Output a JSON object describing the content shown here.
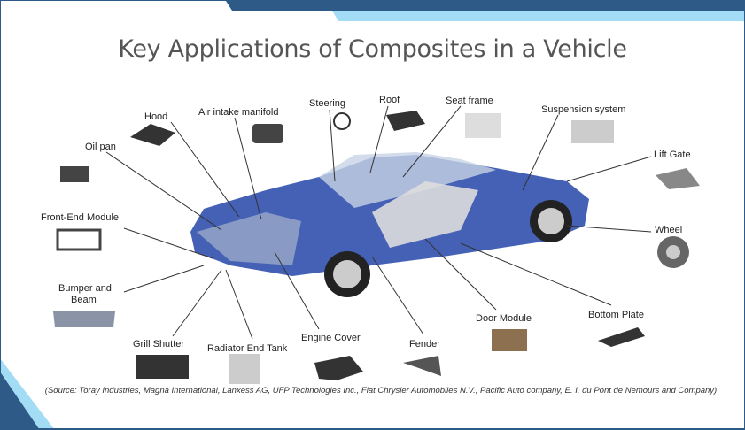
{
  "title": "Key Applications of Composites in a Vehicle",
  "labels": {
    "hood": "Hood",
    "air_intake": "Air intake manifold",
    "steering": "Steering",
    "roof": "Roof",
    "seat_frame": "Seat frame",
    "suspension": "Suspension system",
    "lift_gate": "Lift Gate",
    "oil_pan": "Oil pan",
    "front_end": "Front-End Module",
    "wheel": "Wheel",
    "bumper1": "Bumper and",
    "bumper2": "Beam",
    "grill": "Grill Shutter",
    "radiator": "Radiator End Tank",
    "engine_cover": "Engine Cover",
    "fender": "Fender",
    "door_module": "Door Module",
    "bottom_plate": "Bottom Plate"
  },
  "source": "(Source: Toray Industries, Magna International, Lanxess AG, UFP Technologies Inc., Fiat Chrysler Automobiles N.V., Pacific Auto company, E. I. du Pont de Nemours and Company)",
  "colors": {
    "dark_blue": "#2e5a87",
    "light_blue": "#a3dcf5",
    "car_blue": "#1f3fa0"
  }
}
